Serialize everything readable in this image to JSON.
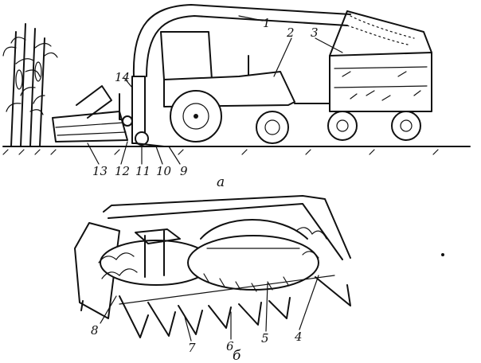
{
  "figure": {
    "panel_a": {
      "caption": "а",
      "labels": [
        "1",
        "2",
        "3",
        "14",
        "13",
        "12",
        "11",
        "10",
        "9"
      ]
    },
    "panel_b": {
      "caption": "б",
      "labels": [
        "8",
        "7",
        "6",
        "5",
        "4"
      ]
    }
  },
  "colors": {
    "ink": "#111111",
    "paper": "#ffffff"
  }
}
